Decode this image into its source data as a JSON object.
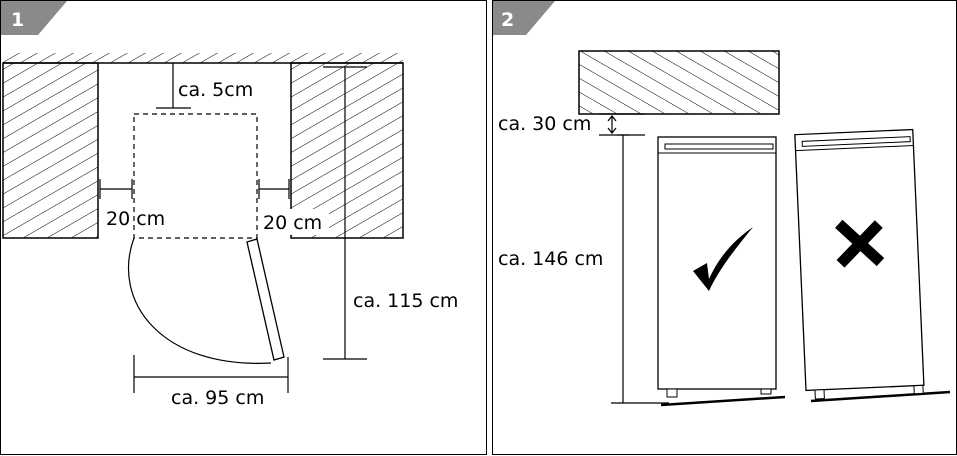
{
  "panel1": {
    "number": "1",
    "labels": {
      "back_gap": "ca. 5cm",
      "side_gap_left": "20 cm",
      "side_gap_right": "20 cm",
      "depth": "ca. 115 cm",
      "width": "ca. 95 cm"
    }
  },
  "panel2": {
    "number": "2",
    "labels": {
      "top_gap": "ca. 30 cm",
      "height": "ca. 146 cm"
    },
    "icons": {
      "correct": "check-mark-icon",
      "wrong": "cross-mark-icon"
    }
  },
  "colors": {
    "badge": "#8a8a8a",
    "line": "#000000"
  }
}
